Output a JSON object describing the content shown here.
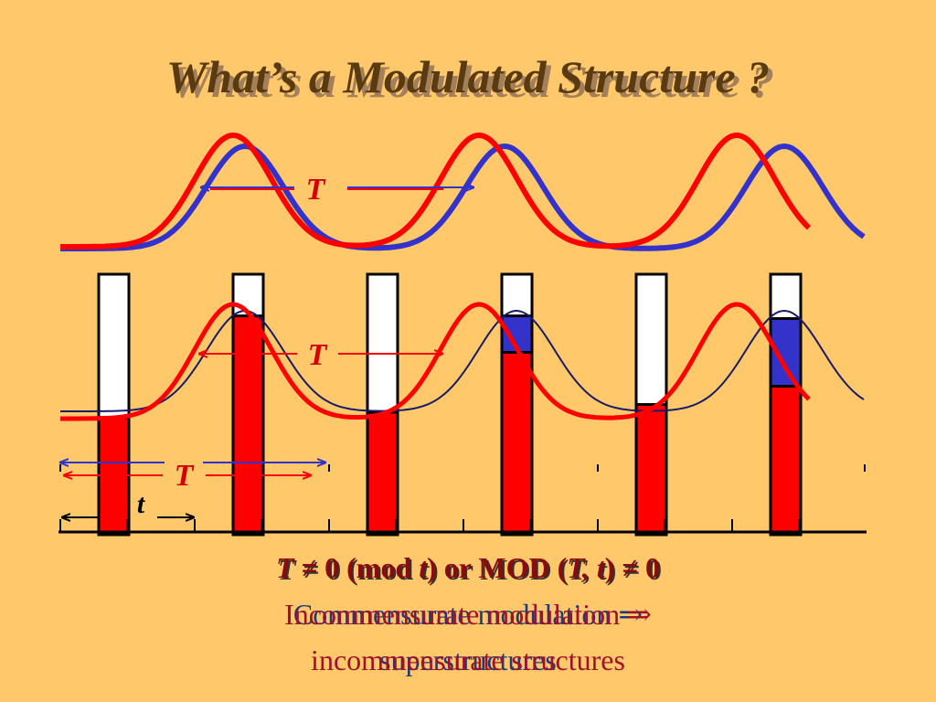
{
  "title": "What’s a Modulated Structure ?",
  "labels": {
    "upper_period": "T",
    "middle_period": "T",
    "lower_period": "T",
    "lattice_period": "t"
  },
  "condition": {
    "part1": "T",
    "part2": " ≠ 0 (mod ",
    "part3": "t",
    "part4": ")  or  MOD (",
    "part5": "T, t",
    "part6": ") ≠ 0"
  },
  "caption_commensurate": {
    "line1": "Commensurate modulation ⇒",
    "line2": "superstructures"
  },
  "caption_incommensurate": {
    "line1": "Incommensurate modulation ⇒",
    "line2": "incommensurate structures"
  },
  "colors": {
    "background": "#FFC96B",
    "red_wave": "#FF0000",
    "blue_wave": "#3333CC",
    "bar_fill": "#FF0000",
    "bar_empty": "#FFFFFF",
    "bar_blue": "#3333CC"
  },
  "bars": [
    {
      "red_fraction": 0.45,
      "blue_fraction": 0.0
    },
    {
      "red_fraction": 0.84,
      "blue_fraction": 0.0
    },
    {
      "red_fraction": 0.47,
      "blue_fraction": 0.0
    },
    {
      "red_fraction": 0.7,
      "blue_fraction": 0.14
    },
    {
      "red_fraction": 0.5,
      "blue_fraction": 0.0
    },
    {
      "red_fraction": 0.57,
      "blue_fraction": 0.26
    }
  ]
}
